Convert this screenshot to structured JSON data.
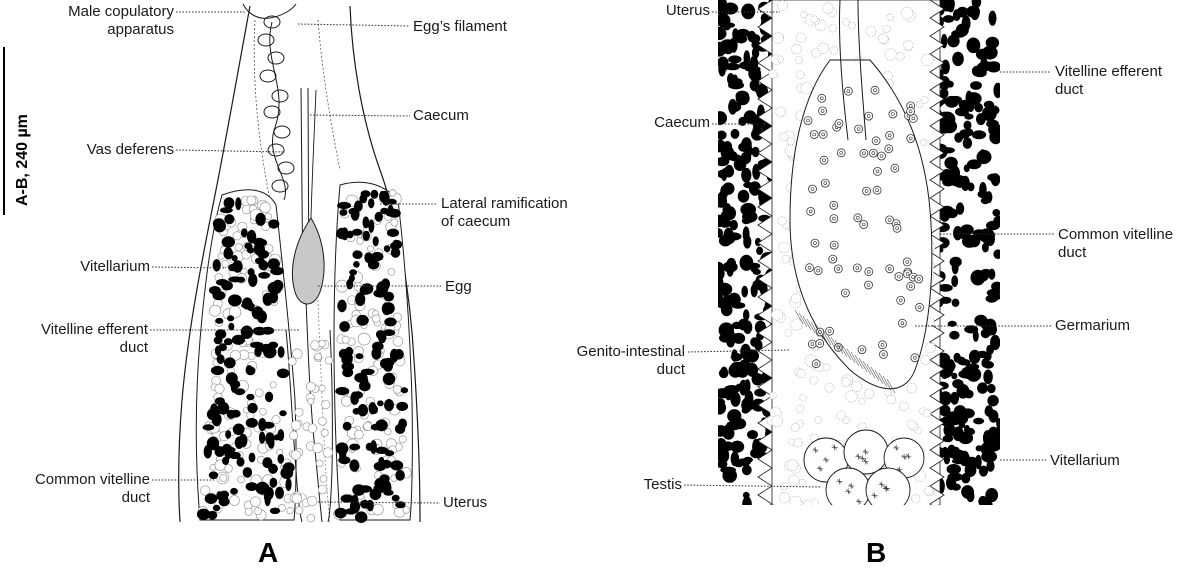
{
  "scale_bar": {
    "label": "A-B, 240  µm"
  },
  "panels": [
    {
      "letter": "A"
    },
    {
      "letter": "B"
    }
  ],
  "labels_a": [
    {
      "id": "male-copulatory-apparatus",
      "text": "Male copulatory\napparatus",
      "side": "left"
    },
    {
      "id": "eggs-filament",
      "text": "Egg’s filament",
      "side": "right"
    },
    {
      "id": "caecum",
      "text": "Caecum",
      "side": "right"
    },
    {
      "id": "vas-deferens",
      "text": "Vas deferens",
      "side": "left"
    },
    {
      "id": "lateral-ramification",
      "text": "Lateral ramification\nof caecum",
      "side": "right"
    },
    {
      "id": "vitellarium",
      "text": "Vitellarium",
      "side": "left"
    },
    {
      "id": "egg",
      "text": "Egg",
      "side": "right"
    },
    {
      "id": "vitelline-efferent-duct",
      "text": "Vitelline efferent\nduct",
      "side": "left"
    },
    {
      "id": "common-vitelline-duct",
      "text": "Common vitelline\nduct",
      "side": "left"
    },
    {
      "id": "uterus",
      "text": "Uterus",
      "side": "right"
    }
  ],
  "labels_b": [
    {
      "id": "uterus",
      "text": "Uterus",
      "side": "left"
    },
    {
      "id": "vitelline-efferent-duct",
      "text": "Vitelline efferent\nduct",
      "side": "right"
    },
    {
      "id": "caecum",
      "text": "Caecum",
      "side": "left"
    },
    {
      "id": "common-vitelline-duct",
      "text": "Common vitelline\nduct",
      "side": "right"
    },
    {
      "id": "germarium",
      "text": "Germarium",
      "side": "right"
    },
    {
      "id": "genito-intestinal-duct",
      "text": "Genito-intestinal\nduct",
      "side": "left"
    },
    {
      "id": "vitellarium",
      "text": "Vitellarium",
      "side": "right"
    },
    {
      "id": "testis",
      "text": "Testis",
      "side": "left"
    }
  ],
  "colors": {
    "ink": "#1a1a1a",
    "egg_fill": "#c8c8c8",
    "vitelline_black": "#000000",
    "cell_outline": "#9a9a9a"
  }
}
